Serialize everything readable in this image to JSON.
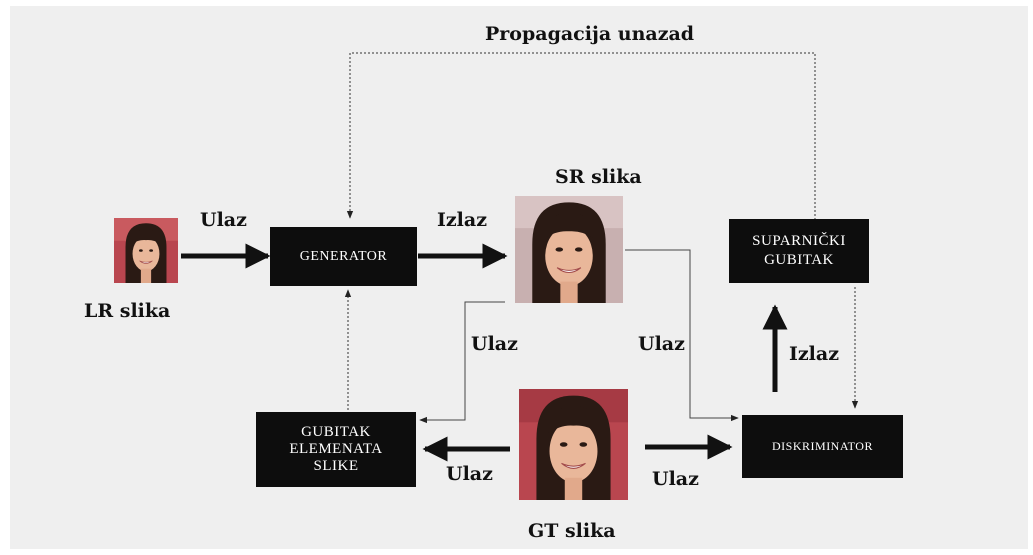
{
  "labels": {
    "backprop": "Propagacija unazad",
    "sr_image": "SR slika",
    "lr_image": "LR slika",
    "gt_image": "GT slika",
    "input_lr": "Ulaz",
    "output_gen": "Izlaz",
    "input_sr_loss": "Ulaz",
    "input_sr_disc": "Ulaz",
    "output_disc": "Izlaz",
    "input_gt_loss": "Ulaz",
    "input_gt_disc": "Ulaz"
  },
  "boxes": {
    "generator": "GENERATOR",
    "adversarial_loss": [
      "SUPARNIČKI",
      "GUBITAK"
    ],
    "pixel_loss": [
      "GUBITAK",
      "ELEMENATA",
      "SLIKE"
    ],
    "discriminator": "DISKRIMINATOR"
  },
  "colors": {
    "panel": "#efefef",
    "box": "#0d0d0d",
    "box_text": "#ffffff",
    "arrow": "#111111",
    "photo_bg": "#b9464f",
    "hair": "#2a1a14",
    "skin": "#e9b79a"
  },
  "icons": {
    "photo": "portrait-photo"
  }
}
